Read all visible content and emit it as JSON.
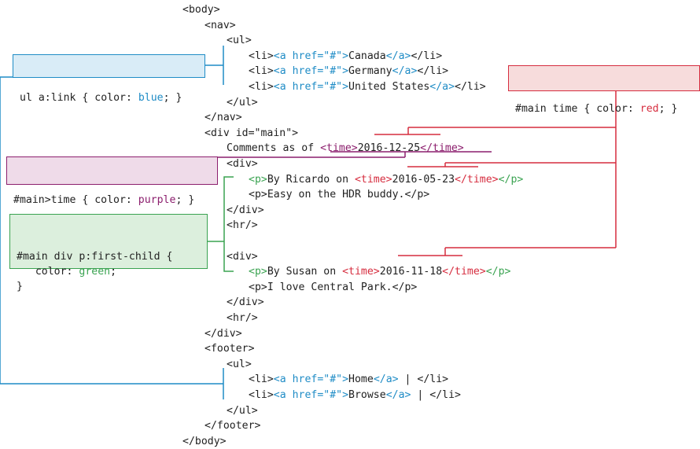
{
  "colors": {
    "text": "#222222",
    "blue": "#1f8cc6",
    "red": "#d62d3f",
    "purple": "#8c1f6e",
    "green": "#3aa351"
  },
  "code_lines": [
    {
      "indent": 0,
      "tokens": [
        {
          "t": "<body>",
          "c": "text"
        }
      ]
    },
    {
      "indent": 1,
      "tokens": [
        {
          "t": "<nav>",
          "c": "text"
        }
      ]
    },
    {
      "indent": 2,
      "tokens": [
        {
          "t": "<ul>",
          "c": "text"
        }
      ]
    },
    {
      "indent": 3,
      "tokens": [
        {
          "t": "<li>",
          "c": "text"
        },
        {
          "t": "<a href=\"#\">",
          "c": "blue"
        },
        {
          "t": "Canada",
          "c": "text"
        },
        {
          "t": "</a>",
          "c": "blue"
        },
        {
          "t": "</li>",
          "c": "text"
        }
      ]
    },
    {
      "indent": 3,
      "tokens": [
        {
          "t": "<li>",
          "c": "text"
        },
        {
          "t": "<a href=\"#\">",
          "c": "blue"
        },
        {
          "t": "Germany",
          "c": "text"
        },
        {
          "t": "</a>",
          "c": "blue"
        },
        {
          "t": "</li>",
          "c": "text"
        }
      ]
    },
    {
      "indent": 3,
      "tokens": [
        {
          "t": "<li>",
          "c": "text"
        },
        {
          "t": "<a href=\"#\">",
          "c": "blue"
        },
        {
          "t": "United States",
          "c": "text"
        },
        {
          "t": "</a>",
          "c": "blue"
        },
        {
          "t": "</li>",
          "c": "text"
        }
      ]
    },
    {
      "indent": 2,
      "tokens": [
        {
          "t": "</ul>",
          "c": "text"
        }
      ]
    },
    {
      "indent": 1,
      "tokens": [
        {
          "t": "</nav>",
          "c": "text"
        }
      ]
    },
    {
      "indent": 1,
      "tokens": [
        {
          "t": "<div id=\"main\">",
          "c": "text"
        }
      ]
    },
    {
      "indent": 2,
      "tokens": [
        {
          "t": "Comments as of ",
          "c": "text"
        },
        {
          "t": "<time>",
          "c": "purple"
        },
        {
          "t": "2016-12-25",
          "c": "text"
        },
        {
          "t": "</time>",
          "c": "purple"
        }
      ]
    },
    {
      "indent": 2,
      "tokens": [
        {
          "t": "<div>",
          "c": "text"
        }
      ]
    },
    {
      "indent": 3,
      "tokens": [
        {
          "t": "<p>",
          "c": "green"
        },
        {
          "t": "By Ricardo on ",
          "c": "text"
        },
        {
          "t": "<time>",
          "c": "red"
        },
        {
          "t": "2016-05-23",
          "c": "text"
        },
        {
          "t": "</time>",
          "c": "red"
        },
        {
          "t": "</p>",
          "c": "green"
        }
      ]
    },
    {
      "indent": 3,
      "tokens": [
        {
          "t": "<p>Easy on the HDR buddy.</p>",
          "c": "text"
        }
      ]
    },
    {
      "indent": 2,
      "tokens": [
        {
          "t": "</div>",
          "c": "text"
        }
      ]
    },
    {
      "indent": 2,
      "tokens": [
        {
          "t": "<hr/>",
          "c": "text"
        }
      ]
    },
    {
      "indent": 2,
      "tokens": [
        {
          "t": "",
          "c": "text"
        }
      ]
    },
    {
      "indent": 2,
      "tokens": [
        {
          "t": "<div>",
          "c": "text"
        }
      ]
    },
    {
      "indent": 3,
      "tokens": [
        {
          "t": "<p>",
          "c": "green"
        },
        {
          "t": "By Susan on ",
          "c": "text"
        },
        {
          "t": "<time>",
          "c": "red"
        },
        {
          "t": "2016-11-18",
          "c": "text"
        },
        {
          "t": "</time>",
          "c": "red"
        },
        {
          "t": "</p>",
          "c": "green"
        }
      ]
    },
    {
      "indent": 3,
      "tokens": [
        {
          "t": "<p>I love Central Park.</p>",
          "c": "text"
        }
      ]
    },
    {
      "indent": 2,
      "tokens": [
        {
          "t": "</div>",
          "c": "text"
        }
      ]
    },
    {
      "indent": 2,
      "tokens": [
        {
          "t": "<hr/>",
          "c": "text"
        }
      ]
    },
    {
      "indent": 1,
      "tokens": [
        {
          "t": "</div>",
          "c": "text"
        }
      ]
    },
    {
      "indent": 1,
      "tokens": [
        {
          "t": "<footer>",
          "c": "text"
        }
      ]
    },
    {
      "indent": 2,
      "tokens": [
        {
          "t": "<ul>",
          "c": "text"
        }
      ]
    },
    {
      "indent": 3,
      "tokens": [
        {
          "t": "<li>",
          "c": "text"
        },
        {
          "t": "<a href=\"#\">",
          "c": "blue"
        },
        {
          "t": "Home",
          "c": "text"
        },
        {
          "t": "</a>",
          "c": "blue"
        },
        {
          "t": " | </li>",
          "c": "text"
        }
      ]
    },
    {
      "indent": 3,
      "tokens": [
        {
          "t": "<li>",
          "c": "text"
        },
        {
          "t": "<a href=\"#\">",
          "c": "blue"
        },
        {
          "t": "Browse",
          "c": "text"
        },
        {
          "t": "</a>",
          "c": "blue"
        },
        {
          "t": " | </li>",
          "c": "text"
        }
      ]
    },
    {
      "indent": 2,
      "tokens": [
        {
          "t": "</ul>",
          "c": "text"
        }
      ]
    },
    {
      "indent": 1,
      "tokens": [
        {
          "t": "</footer>",
          "c": "text"
        }
      ]
    },
    {
      "indent": 0,
      "tokens": [
        {
          "t": "</body>",
          "c": "text"
        }
      ]
    }
  ],
  "rules": {
    "blue": {
      "lines": [
        [
          {
            "t": "ul a:link { color: ",
            "c": "text"
          },
          {
            "t": "blue",
            "c": "blue"
          },
          {
            "t": "; }",
            "c": "text"
          }
        ]
      ]
    },
    "red": {
      "lines": [
        [
          {
            "t": "#main time { color: ",
            "c": "text"
          },
          {
            "t": "red",
            "c": "red"
          },
          {
            "t": "; }",
            "c": "text"
          }
        ]
      ]
    },
    "purple": {
      "lines": [
        [
          {
            "t": "#main>time { color: ",
            "c": "text"
          },
          {
            "t": "purple",
            "c": "purple"
          },
          {
            "t": "; }",
            "c": "text"
          }
        ]
      ]
    },
    "green": {
      "lines": [
        [
          {
            "t": "#main div p:first-child {",
            "c": "text"
          }
        ],
        [
          {
            "t": "   color: ",
            "c": "text"
          },
          {
            "t": "green",
            "c": "green"
          },
          {
            "t": ";",
            "c": "text"
          }
        ],
        [
          {
            "t": "}",
            "c": "text"
          }
        ]
      ]
    }
  }
}
